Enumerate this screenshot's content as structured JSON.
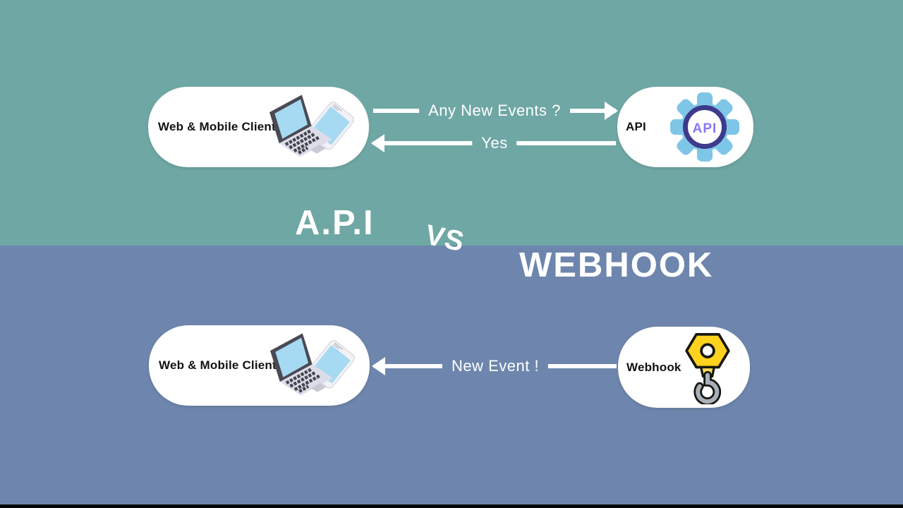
{
  "title": {
    "api": "A.P.I",
    "vs": "VS",
    "webhook": "WEBHOOK"
  },
  "sections": {
    "api": {
      "background": "#6FA7A4",
      "client_card": {
        "label": "Web & Mobile Client",
        "icon": "laptop-tablet-icon"
      },
      "api_card": {
        "label": "API",
        "icon": "gear-api-icon",
        "gear_text": "API"
      },
      "request_arrow": {
        "label": "Any New Events ?",
        "direction": "right"
      },
      "response_arrow": {
        "label": "Yes",
        "direction": "left"
      }
    },
    "webhook": {
      "background": "#6E86AD",
      "client_card": {
        "label": "Web & Mobile Client",
        "icon": "laptop-tablet-icon"
      },
      "webhook_card": {
        "label": "Webhook",
        "icon": "hook-icon"
      },
      "event_arrow": {
        "label": "New Event !",
        "direction": "left"
      }
    }
  },
  "colors": {
    "top_background": "#6FA7A4",
    "bottom_background": "#6E86AD",
    "card": "#FFFFFF",
    "arrow": "#FFFFFF",
    "title_text": "#FFFFFF",
    "card_label_text": "#121212",
    "gear_blue": "#7EC6E8",
    "gear_ring": "#3E3A8C",
    "gear_label_purple": "#8678F0",
    "hook_yellow": "#FFD21E",
    "hook_gray": "#A9B0BA",
    "screen_blue": "#A6D9F2"
  }
}
